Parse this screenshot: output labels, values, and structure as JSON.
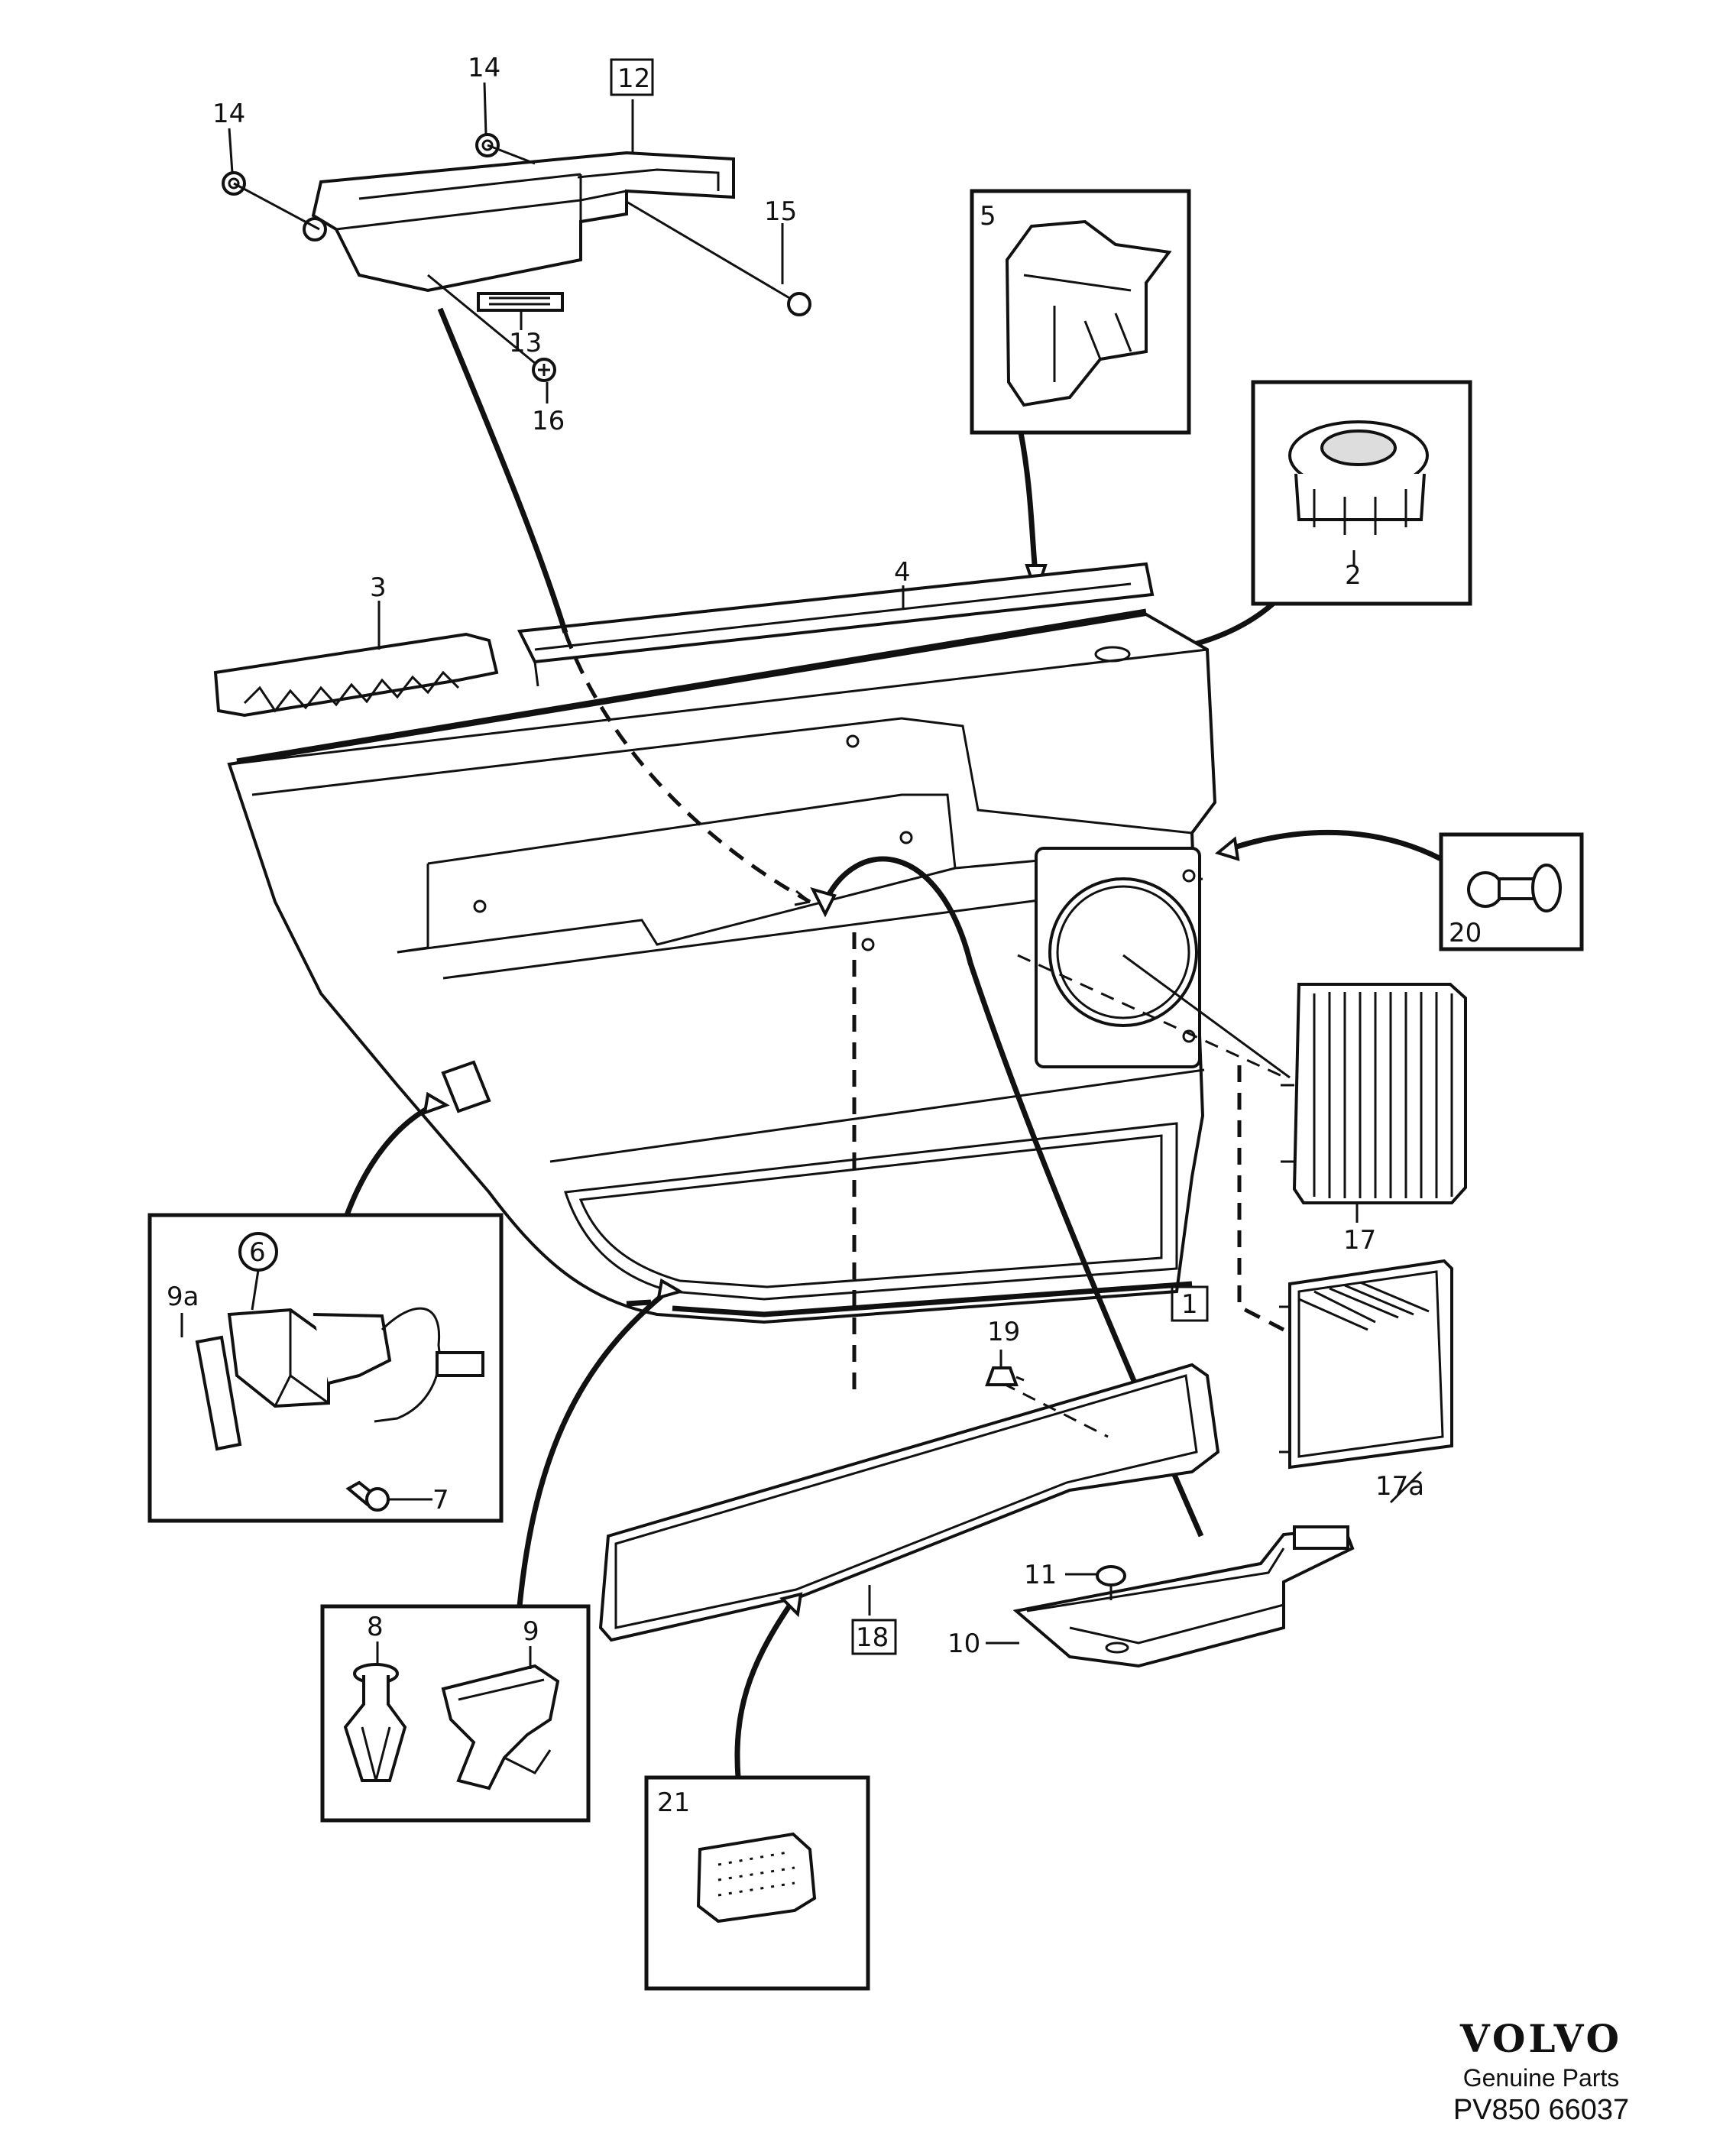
{
  "callouts": {
    "c1": "1",
    "c2": "2",
    "c3": "3",
    "c4": "4",
    "c5": "5",
    "c6": "6",
    "c7": "7",
    "c8": "8",
    "c9": "9",
    "c9a": "9a",
    "c10": "10",
    "c11": "11",
    "c12": "12",
    "c13": "13",
    "c14a": "14",
    "c14b": "14",
    "c15": "15",
    "c16": "16",
    "c17": "17",
    "c17a": "17a",
    "c18": "18",
    "c19": "19",
    "c20": "20",
    "c21": "21"
  },
  "brand": {
    "logo": "VOLVO",
    "subtitle": "Genuine Parts",
    "code": "PV850  66037"
  }
}
